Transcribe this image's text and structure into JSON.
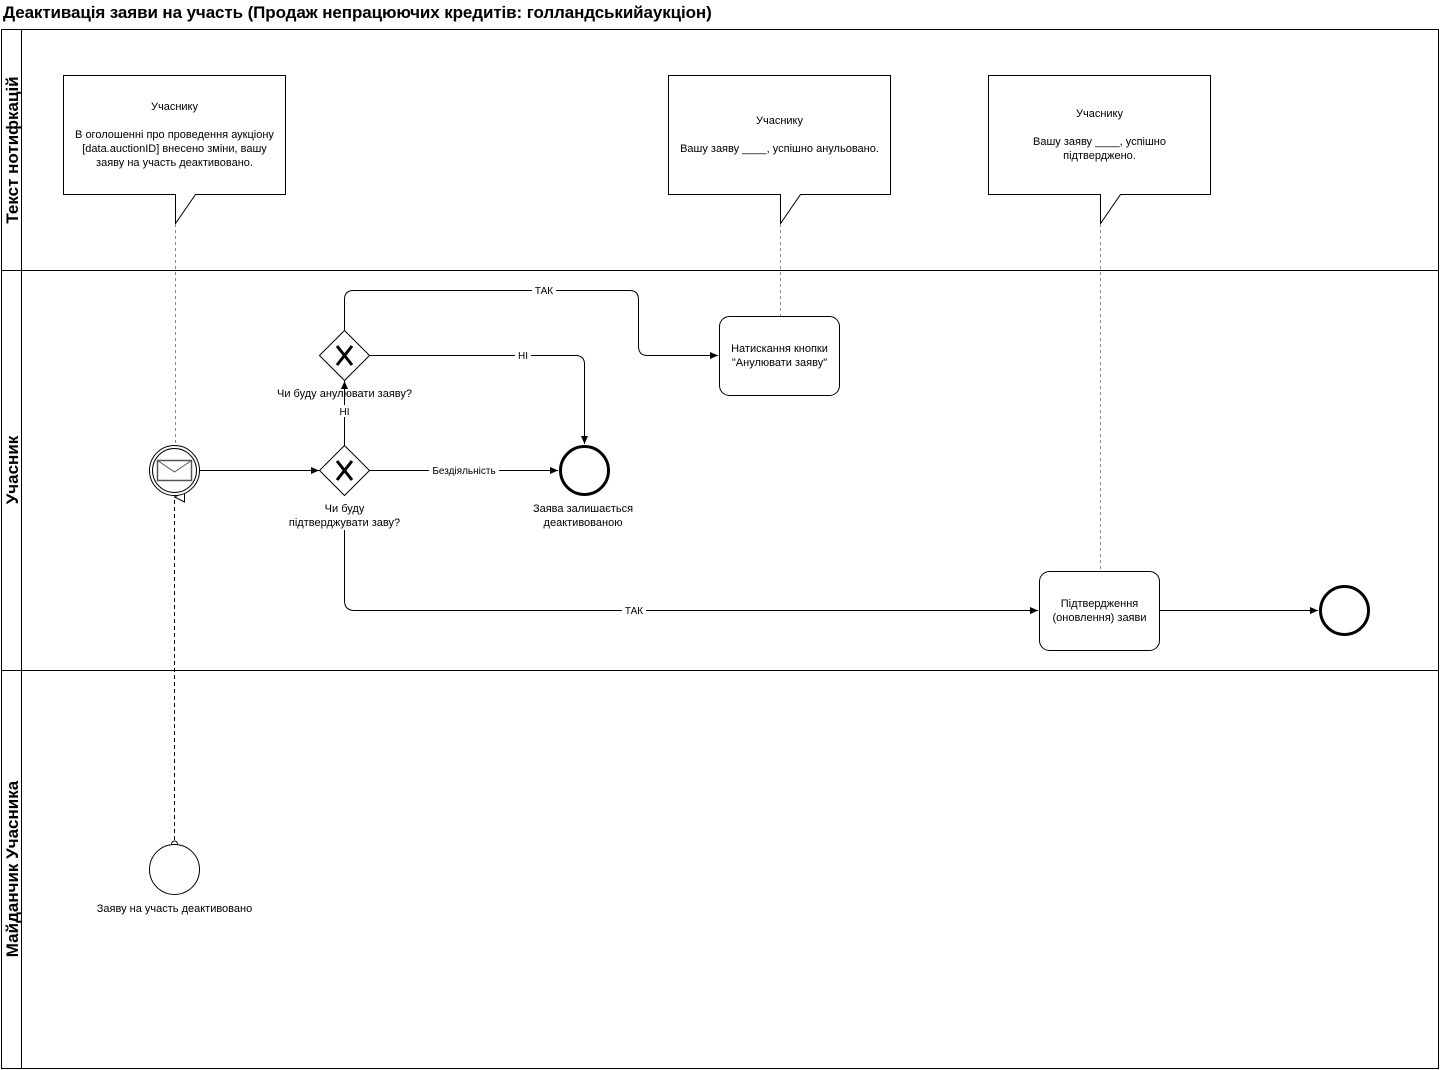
{
  "title": "Деактивація заяви на участь (Продаж непрацюючих кредитів: голландськийаукціон)",
  "lanes": [
    {
      "label": "Текст нотифкацій"
    },
    {
      "label": "Учасник"
    },
    {
      "label": "Майданчик Учасника"
    }
  ],
  "callouts": [
    {
      "lines": [
        "Учаснику",
        "",
        "В оголошенні про проведення аукціону",
        "[data.auctionID] внесено зміни, вашу",
        "заяву на участь деактивовано."
      ]
    },
    {
      "lines": [
        "Учаснику",
        "",
        "Вашу заяву ____, успішно анульовано."
      ]
    },
    {
      "lines": [
        "Учаснику",
        "",
        "Вашу заяву ____, успішно",
        "підтверджено."
      ]
    }
  ],
  "nodes": {
    "message_event": {
      "icon": "envelope-icon"
    },
    "gateway_confirm": {
      "label_lines": [
        "Чи буду",
        "підтверджувати заву?"
      ]
    },
    "gateway_cancel": {
      "label_lines": [
        "Чи буду анулювати заяву?"
      ]
    },
    "end_inactive": {
      "label_lines": [
        "Заява залишається",
        "деактивованою"
      ]
    },
    "task_cancel": {
      "label_lines": [
        "Натискання кнопки",
        "\"Анулювати заяву\""
      ]
    },
    "task_confirm": {
      "label_lines": [
        "Підтвердження",
        "(оновлення) заяви"
      ]
    },
    "start_platform": {
      "label_lines": [
        "Заяву на участь деактивовано"
      ]
    }
  },
  "edges": {
    "cancel_yes": "ТАК",
    "cancel_no": "НІ",
    "confirm_no": "НІ",
    "inaction": "Бездіяльність",
    "confirm_yes": "ТАК"
  }
}
